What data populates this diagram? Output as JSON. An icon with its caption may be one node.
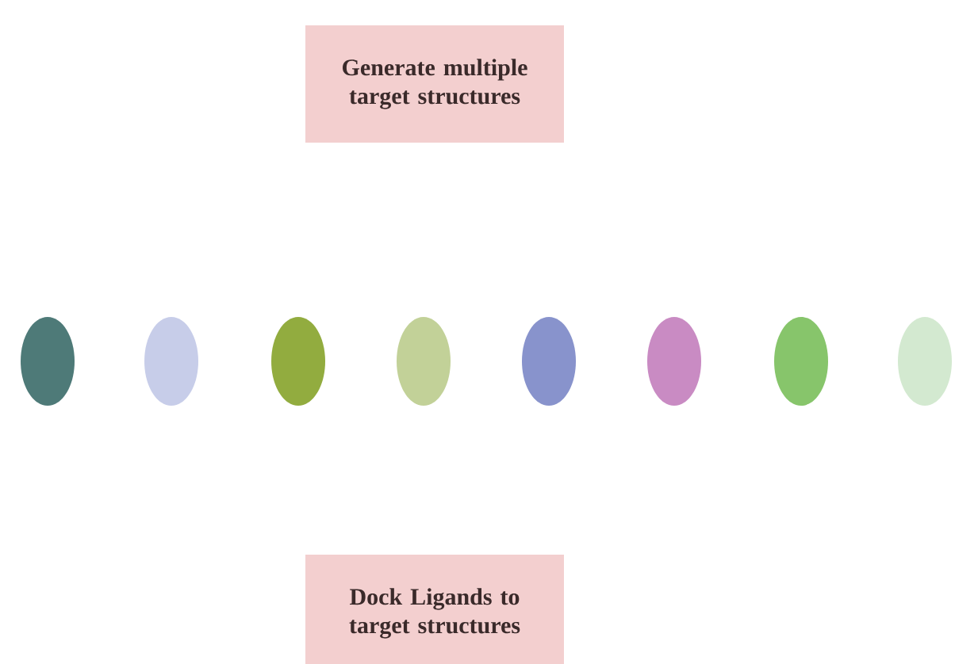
{
  "diagram": {
    "nodes": [
      {
        "text": [
          "Generate multiple target structures"
        ]
      },
      {
        "text": [],
        "shape": "ellipse"
      },
      {
        "text": [],
        "shape": "ellipse"
      },
      {
        "text": [],
        "shape": "ellipse"
      },
      {
        "text": [],
        "shape": "ellipse"
      },
      {
        "text": [],
        "shape": "ellipse"
      },
      {
        "text": [],
        "shape": "ellipse"
      },
      {
        "text": [],
        "shape": "ellipse"
      },
      {
        "text": [],
        "shape": "ellipse"
      },
      {
        "text": [
          "Dock Ligands to target structures"
        ]
      }
    ]
  }
}
